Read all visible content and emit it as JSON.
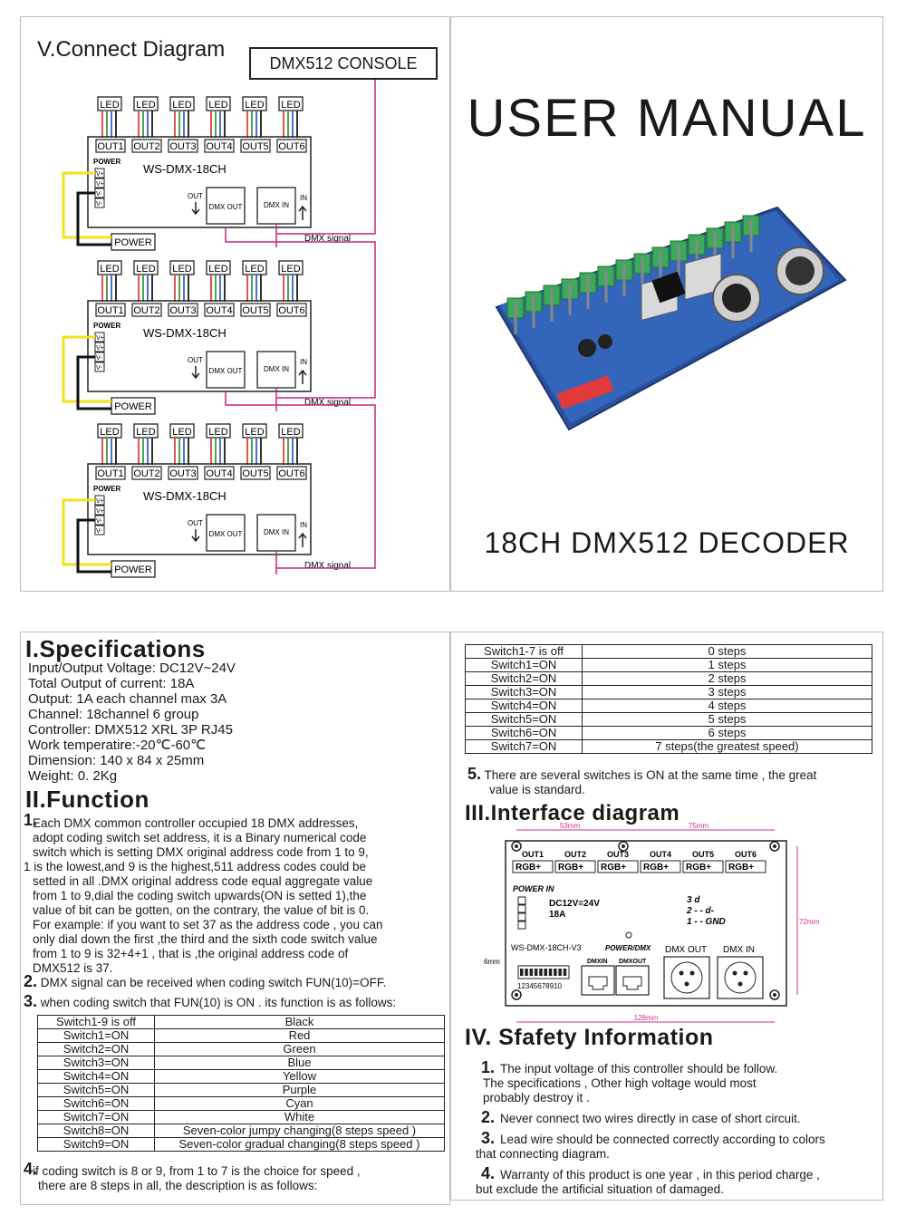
{
  "top_left": {
    "title": "V.Connect Diagram",
    "console": "DMX512 CONSOLE",
    "device_label": "WS-DMX-18CH",
    "led_label": "LED",
    "outs": [
      "OUT1",
      "OUT2",
      "OUT3",
      "OUT4",
      "OUT5",
      "OUT6"
    ],
    "power_label": "POWER",
    "power_box": "POWER",
    "vpins": [
      "V+",
      "V+",
      "V-",
      "V-"
    ],
    "out_label": "OUT",
    "in_label": "IN",
    "dmx_out": "DMX OUT",
    "dmx_in": "DMX IN",
    "signal": "DMX  signal"
  },
  "top_right": {
    "title": "USER MANUAL",
    "subtitle": "18CH DMX512 DECODER"
  },
  "specs": {
    "heading": "I.Specifications",
    "lines": [
      "Input/Output Voltage: DC12V~24V",
      "Total Output of current: 18A",
      "Output: 1A each channel max 3A",
      "Channel: 18channel 6 group",
      "Controller: DMX512 XRL 3P  RJ45",
      "Work temperatire:-20℃-60℃",
      "Dimension: 140 x 84 x 25mm",
      "Weight: 0. 2Kg"
    ]
  },
  "function": {
    "heading": "II.Function",
    "p1_num": "1.",
    "p1": [
      "Each DMX common controller occupied 18 DMX addresses,",
      "adopt coding switch set address, it is a Binary numerical code",
      "switch which is setting DMX original address code from 1 to 9,",
      "1 is the lowest,and 9 is the highest,511 address codes  could be",
      "setted  in all .DMX original address code equal aggregate value",
      "from 1 to 9,dial the coding switch upwards(ON is setted 1),the",
      "value of bit can be  gotten, on the contrary, the value of bit is 0.",
      "For example: if you want to set 37 as the address code , you can",
      "only dial down the first ,the third and the  sixth code switch value",
      "from 1 to 9 is 32+4+1 , that is ,the original address  code of",
      "DMX512 is 37."
    ],
    "p2_num": "2.",
    "p2": "DMX signal can be received when coding switch FUN(10)=OFF.",
    "p3_num": "3.",
    "p3": "when coding switch that FUN(10) is ON . its function is as follows:",
    "table": [
      [
        "Switch1-9 is off",
        "Black"
      ],
      [
        "Switch1=ON",
        "Red"
      ],
      [
        "Switch2=ON",
        "Green"
      ],
      [
        "Switch3=ON",
        "Blue"
      ],
      [
        "Switch4=ON",
        "Yellow"
      ],
      [
        "Switch5=ON",
        "Purple"
      ],
      [
        "Switch6=ON",
        "Cyan"
      ],
      [
        "Switch7=ON",
        "White"
      ],
      [
        "Switch8=ON",
        "Seven-color jumpy changing(8 steps speed )"
      ],
      [
        "Switch9=ON",
        "Seven-color gradual changing(8 steps speed )"
      ]
    ],
    "p4_num": "4.",
    "p4": [
      "if coding switch is 8 or 9,  from 1 to 7 is the choice for speed ,",
      "there are 8 steps in all, the description is as follows:"
    ]
  },
  "speed": {
    "table": [
      [
        "Switch1-7 is off",
        "0 steps"
      ],
      [
        "Switch1=ON",
        "1 steps"
      ],
      [
        "Switch2=ON",
        "2 steps"
      ],
      [
        "Switch3=ON",
        "3 steps"
      ],
      [
        "Switch4=ON",
        "4 steps"
      ],
      [
        "Switch5=ON",
        "5 steps"
      ],
      [
        "Switch6=ON",
        "6 steps"
      ],
      [
        "Switch7=ON",
        "7 steps(the greatest speed)"
      ]
    ],
    "p5_num": "5.",
    "p5": [
      "There are several switches is ON at the same time , the great",
      "value is standard."
    ]
  },
  "interface": {
    "heading": "III.Interface diagram",
    "dim_53": "53mm",
    "dim_75": "75mm",
    "dim_72": "72mm",
    "dim_128": "128mm",
    "dim_6": "6mm",
    "outs": [
      "OUT1",
      "OUT2",
      "OUT3",
      "OUT4",
      "OUT5",
      "OUT6"
    ],
    "rgb": "RGB+",
    "power_in": "POWER IN",
    "voltage": "DC12V=24V",
    "amps": "18A",
    "pin3": "3    d",
    "pin2": "2 - - d-",
    "pin1": "1 - - GND",
    "model": "WS-DMX-18CH-V3",
    "power_dmx": "POWER/DMX",
    "dmxin": "DMXIN",
    "dmxout": "DMXOUT",
    "dmx_out_big": "DMX  OUT",
    "dmx_in_big": "DMX  IN",
    "switch_nums": "12345678910"
  },
  "safety": {
    "heading": "IV. Sfafety Information",
    "items": [
      {
        "num": "1.",
        "lines": [
          "The input voltage of this controller should be follow.",
          "The specifications , Other high voltage would most",
          "probably destroy it ."
        ]
      },
      {
        "num": "2.",
        "lines": [
          "Never connect two wires directly in case of short circuit."
        ]
      },
      {
        "num": "3.",
        "lines": [
          "Lead wire should be connected correctly according to colors",
          "that connecting diagram."
        ]
      },
      {
        "num": "4.",
        "lines": [
          "Warranty of this product is one year , in this period charge ,",
          "but exclude the artificial situation of damaged."
        ]
      }
    ]
  },
  "colors": {
    "signal_wire": "#c0267f",
    "power_wire": "#f2e21b",
    "board_blue": "#2f5fb0",
    "terminal_green": "#3caa5a"
  }
}
